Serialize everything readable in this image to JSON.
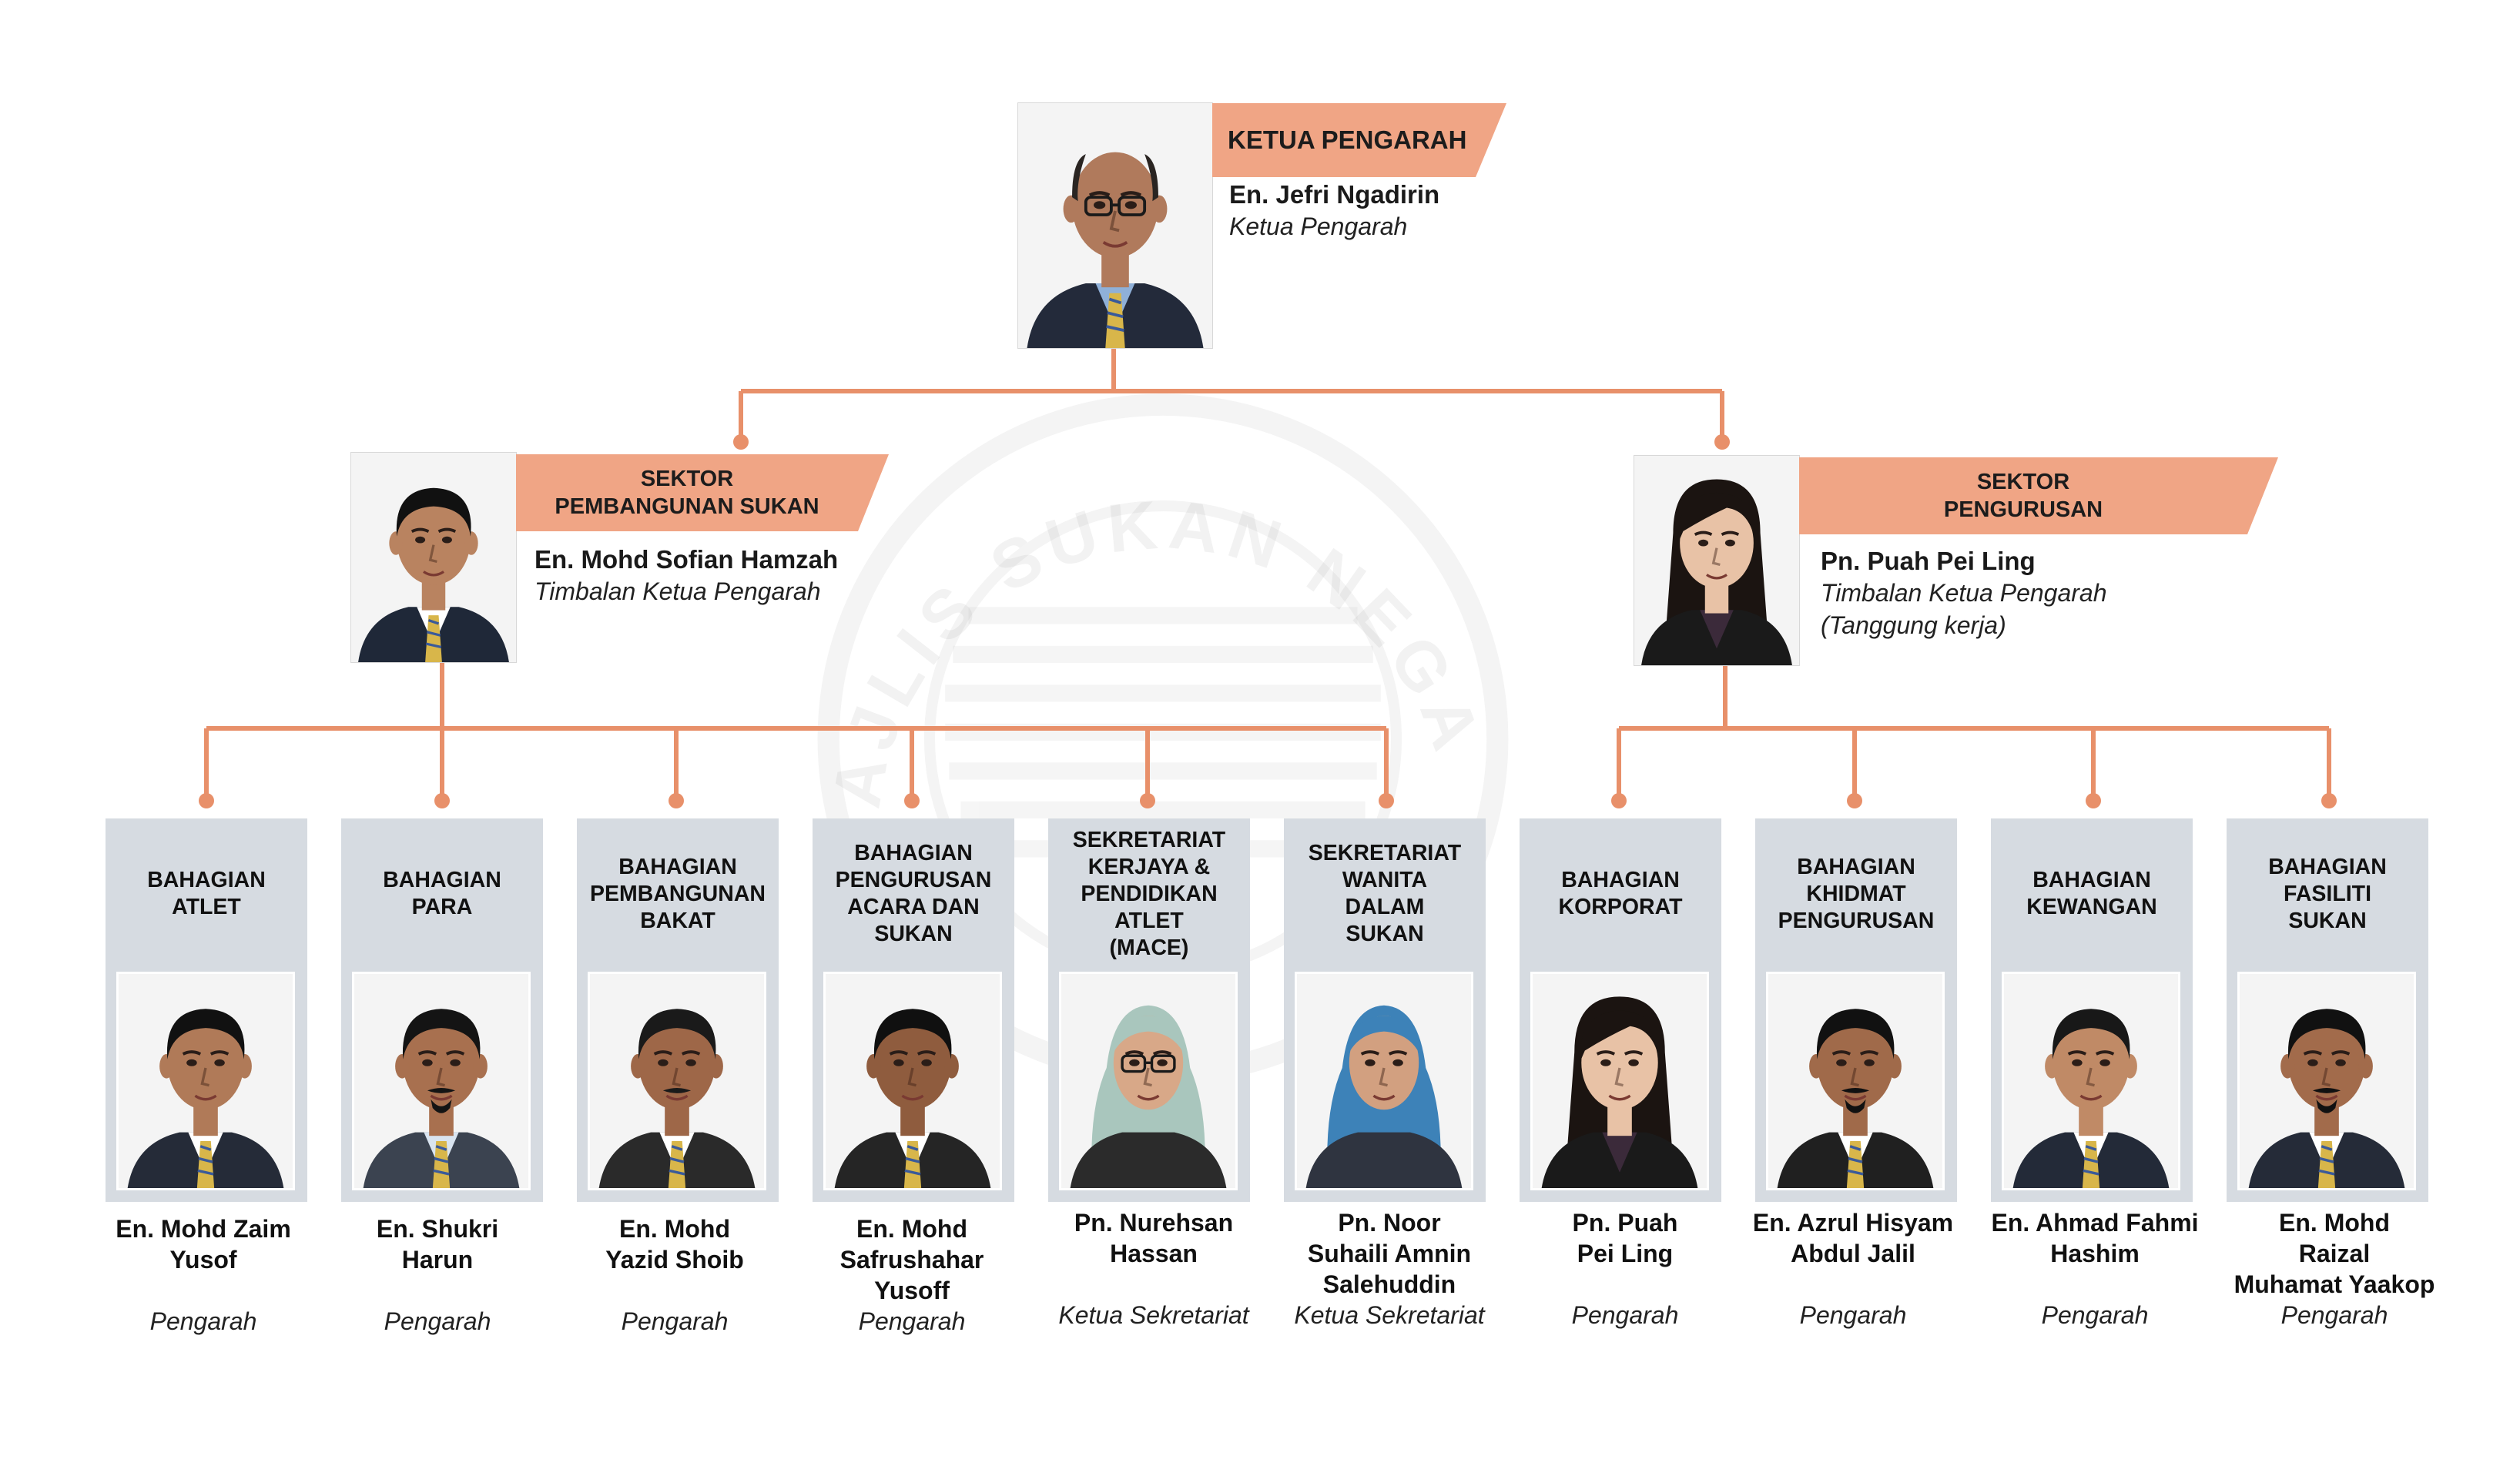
{
  "watermark": {
    "text": "MAJLIS SUKAN NEGARA"
  },
  "colors": {
    "accent": "#f0a585",
    "connector": "#e8906a",
    "card_bg": "#d6dbe1",
    "bg": "#ffffff"
  },
  "director": {
    "position": "KETUA PENGARAH",
    "name": "En. Jefri Ngadirin",
    "title": "Ketua Pengarah",
    "photo": {
      "skin": "#b07a5c",
      "hair": "#2a2522",
      "suit": "#232a3a",
      "shirt": "#8fb0d8",
      "tie": "#d8b64a",
      "bald": true,
      "glasses": true
    }
  },
  "sectors": [
    {
      "banner": [
        "SEKTOR",
        "PEMBANGUNAN SUKAN"
      ],
      "name": "En. Mohd Sofian Hamzah",
      "title": [
        "Timbalan Ketua Pengarah"
      ],
      "photo": {
        "skin": "#b98360",
        "hair": "#111111",
        "suit": "#1f2838",
        "shirt": "#ffffff",
        "tie": "#d8b64a"
      }
    },
    {
      "banner": [
        "SEKTOR",
        "PENGURUSAN"
      ],
      "name": "Pn. Puah Pei Ling",
      "title": [
        "Timbalan Ketua Pengarah",
        "(Tanggung kerja)"
      ],
      "photo": {
        "skin": "#e8c2a6",
        "hair": "#1b1411",
        "suit": "#1a1a1a",
        "shirt": "#3b2a3a",
        "tie": "",
        "long_hair": true
      }
    }
  ],
  "divisions": [
    {
      "title": [
        "BAHAGIAN",
        "ATLET"
      ],
      "name": [
        "En. Mohd Zaim",
        "Yusof"
      ],
      "role": "Pengarah",
      "photo": {
        "skin": "#b07a58",
        "hair": "#111111",
        "suit": "#252b38",
        "shirt": "#ffffff",
        "tie": "#d8b64a"
      }
    },
    {
      "title": [
        "BAHAGIAN",
        "PARA"
      ],
      "name": [
        "En. Shukri",
        "Harun"
      ],
      "role": "Pengarah",
      "photo": {
        "skin": "#a8704f",
        "hair": "#141414",
        "suit": "#3b4350",
        "shirt": "#d9e4f0",
        "tie": "#d8b64a",
        "beard": true
      }
    },
    {
      "title": [
        "BAHAGIAN",
        "PEMBANGUNAN",
        "BAKAT"
      ],
      "name": [
        "En. Mohd",
        "Yazid Shoib"
      ],
      "role": "Pengarah",
      "photo": {
        "skin": "#9e6748",
        "hair": "#1a1a1a",
        "suit": "#2a2a2a",
        "shirt": "#ffffff",
        "tie": "#d8b64a",
        "moustache": true
      }
    },
    {
      "title": [
        "BAHAGIAN",
        "PENGURUSAN",
        "ACARA DAN",
        "SUKAN"
      ],
      "name": [
        "En. Mohd",
        "Safrushahar",
        "Yusoff"
      ],
      "role": "Pengarah",
      "photo": {
        "skin": "#8f5c3e",
        "hair": "#101010",
        "suit": "#252525",
        "shirt": "#ffffff",
        "tie": "#d8b64a"
      }
    },
    {
      "title": [
        "SEKRETARIAT",
        "KERJAYA &",
        "PENDIDIKAN",
        "ATLET",
        "(MACE)"
      ],
      "name": [
        "Pn. Nurehsan",
        "Hassan"
      ],
      "role": "Ketua Sekretariat",
      "photo": {
        "skin": "#d8a888",
        "hair": "#a9c6bd",
        "suit": "#2b2b2b",
        "shirt": "#a9c6bd",
        "tie": "",
        "hijab": true,
        "glasses": true
      }
    },
    {
      "title": [
        "SEKRETARIAT",
        "WANITA",
        "DALAM",
        "SUKAN"
      ],
      "name": [
        "Pn. Noor",
        "Suhaili Amnin",
        "Salehuddin"
      ],
      "role": "Ketua Sekretariat",
      "photo": {
        "skin": "#d2a080",
        "hair": "#3d82b8",
        "suit": "#2f3440",
        "shirt": "#3d82b8",
        "tie": "",
        "hijab": true
      }
    },
    {
      "title": [
        "BAHAGIAN",
        "KORPORAT"
      ],
      "name": [
        "Pn. Puah",
        "Pei Ling"
      ],
      "role": "Pengarah",
      "photo": {
        "skin": "#e8c2a6",
        "hair": "#1b1411",
        "suit": "#1a1a1a",
        "shirt": "#3b2a3a",
        "tie": "",
        "long_hair": true
      }
    },
    {
      "title": [
        "BAHAGIAN",
        "KHIDMAT",
        "PENGURUSAN"
      ],
      "name": [
        "En. Azrul Hisyam",
        "Abdul Jalil"
      ],
      "role": "Pengarah",
      "photo": {
        "skin": "#a06a4a",
        "hair": "#111111",
        "suit": "#202020",
        "shirt": "#ffffff",
        "tie": "#d8b64a",
        "beard": true
      }
    },
    {
      "title": [
        "BAHAGIAN",
        "KEWANGAN"
      ],
      "name": [
        "En. Ahmad Fahmi",
        "Hashim"
      ],
      "role": "Pengarah",
      "photo": {
        "skin": "#c08a66",
        "hair": "#181818",
        "suit": "#232a38",
        "shirt": "#ffffff",
        "tie": "#d8b64a"
      }
    },
    {
      "title": [
        "BAHAGIAN",
        "FASILITI",
        "SUKAN"
      ],
      "name": [
        "En. Mohd",
        "Raizal",
        "Muhamat Yaakop"
      ],
      "role": "Pengarah",
      "photo": {
        "skin": "#a26b4b",
        "hair": "#111111",
        "suit": "#252b38",
        "shirt": "#ffffff",
        "tie": "#d8b64a",
        "beard": true
      }
    }
  ]
}
